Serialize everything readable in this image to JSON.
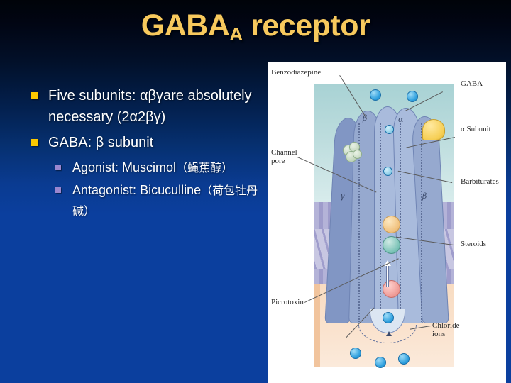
{
  "slide": {
    "title_main": "GABA",
    "title_sub": "A",
    "title_rest": " receptor",
    "title_color": "#f7c95d",
    "background_top": "#000309",
    "background_bottom": "#0b3f9e"
  },
  "bullets": {
    "level1_marker_color": "#fcc800",
    "level2_marker_color": "#9a86cf",
    "items": [
      {
        "level": 1,
        "text_lines": [
          "Five subunits: αβγare",
          "absolutely necessary",
          "(2α2βγ)"
        ],
        "text": "Five subunits: αβγare absolutely necessary (2α2βγ)"
      },
      {
        "level": 1,
        "text": "GABA: β subunit"
      },
      {
        "level": 2,
        "text": "Agonist:  Muscimol",
        "cjk": "（蝇蕉醇）"
      },
      {
        "level": 2,
        "text": "Antagonist:  Bicuculline",
        "cjk": "（荷包牡丹碱）"
      }
    ]
  },
  "figure": {
    "name": "gaba-a-receptor-diagram",
    "panel_background": "#ffffff",
    "extracellular_color": "#b4dadb",
    "membrane_color": "#c8c7e2",
    "cytoplasm_color": "#f9e0c8",
    "subunit_color": "#96a9cf",
    "labels": {
      "benzodiazepine": "Benzodiazepine",
      "gaba": "GABA",
      "alpha_subunit": "α Subunit",
      "channel_pore": "Channel\npore",
      "barbiturates": "Barbiturates",
      "steroids": "Steroids",
      "picrotoxin": "Picrotoxin",
      "chloride_ions": "Chloride\nions"
    },
    "subunit_glyphs": {
      "beta_top": "β",
      "alpha_top": "α",
      "gamma_mid": "γ",
      "beta_mid": "β"
    },
    "ligand_sites": [
      {
        "name": "gaba-binding-site",
        "color": "#f6cf55"
      },
      {
        "name": "benzodiazepine-site",
        "color": "#b9cfb4"
      },
      {
        "name": "barbiturate-site",
        "color": "#f0c07c"
      },
      {
        "name": "steroid-site",
        "color": "#79c2b6"
      },
      {
        "name": "picrotoxin-site",
        "color": "#ee9a95"
      }
    ],
    "ion_color": "#2fa0de"
  }
}
